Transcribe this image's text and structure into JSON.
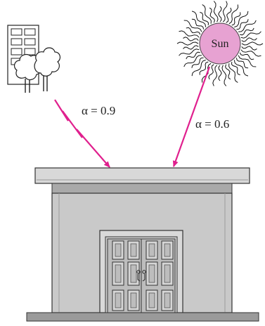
{
  "sun": {
    "label": "Sun",
    "fill_color": "#e7a2d2",
    "ray_color": "#111111"
  },
  "radiation": {
    "arrow_color": "#e0208e",
    "surroundings_label": "α = 0.9",
    "solar_label": "α = 0.6"
  },
  "building": {
    "wall_color": "#c9c9c9",
    "roof_color": "#d8d8d8",
    "door_color": "#bdbdbd"
  }
}
